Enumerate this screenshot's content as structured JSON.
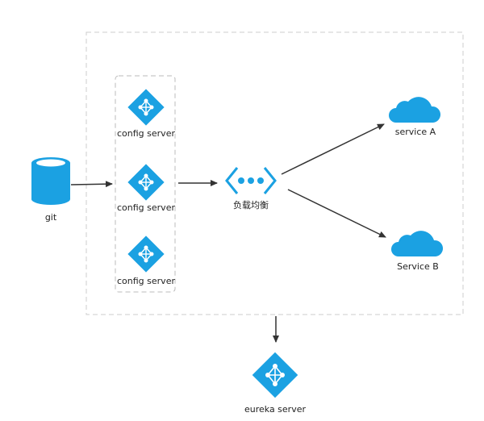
{
  "nodes": {
    "git": {
      "label": "git"
    },
    "config_servers": [
      {
        "label": "config server"
      },
      {
        "label": "config server"
      },
      {
        "label": "config server"
      }
    ],
    "load_balancer": {
      "label": "负载均衡"
    },
    "service_a": {
      "label": "service A"
    },
    "service_b": {
      "label": "Service B"
    },
    "eureka": {
      "label": "eureka server"
    }
  },
  "colors": {
    "accent": "#1BA1E2",
    "border_dashed": "#cccccc",
    "arrow": "#333333",
    "text": "#222222"
  }
}
